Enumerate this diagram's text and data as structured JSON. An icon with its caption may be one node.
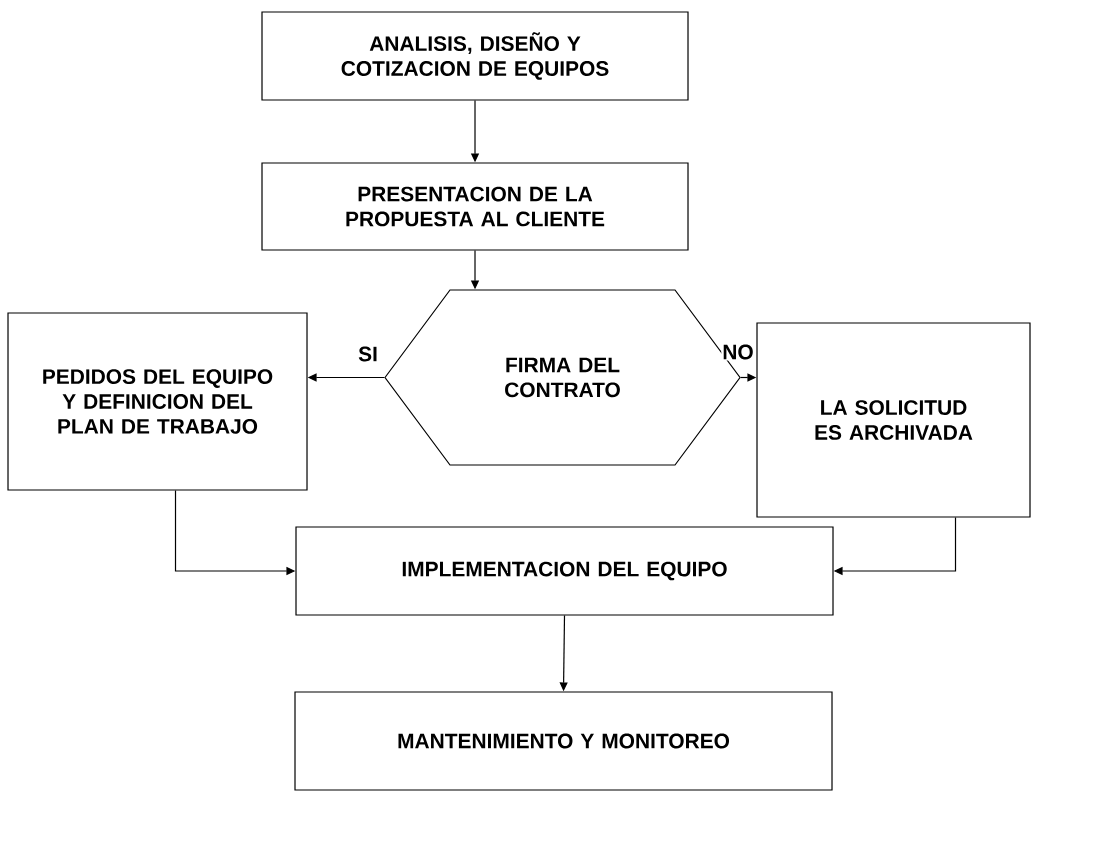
{
  "diagram": {
    "nodes": [
      {
        "text": [
          "ANALISIS, DISEÑO Y COTIZACION DE EQUIPOS"
        ]
      },
      {
        "text": [
          "PRESENTACION DE LA PROPUESTA AL CLIENTE"
        ]
      },
      {
        "text": [
          "FIRMA DEL CONTRATO"
        ]
      },
      {
        "text": [
          "PEDIDOS DEL EQUIPO Y DEFINICION DEL PLAN DE TRABAJO"
        ]
      },
      {
        "text": [
          "LA SOLICITUD ES ARCHIVADA"
        ]
      },
      {
        "text": [
          "IMPLEMENTACION DEL EQUIPO"
        ]
      },
      {
        "text": [
          "MANTENIMIENTO Y MONITOREO"
        ]
      }
    ],
    "edges": [
      {
        "from": 0,
        "to": 1,
        "arrow": "to"
      },
      {
        "from": 1,
        "to": 2,
        "arrow": "to"
      },
      {
        "from": 2,
        "to": 3,
        "arrow": "to",
        "label": "SI"
      },
      {
        "from": 2,
        "to": 4,
        "arrow": "to",
        "label": "NO"
      },
      {
        "from": 3,
        "to": 5,
        "arrow": "to"
      },
      {
        "from": 4,
        "to": 5,
        "arrow": "to"
      },
      {
        "from": 5,
        "to": 6,
        "arrow": "to"
      }
    ]
  }
}
